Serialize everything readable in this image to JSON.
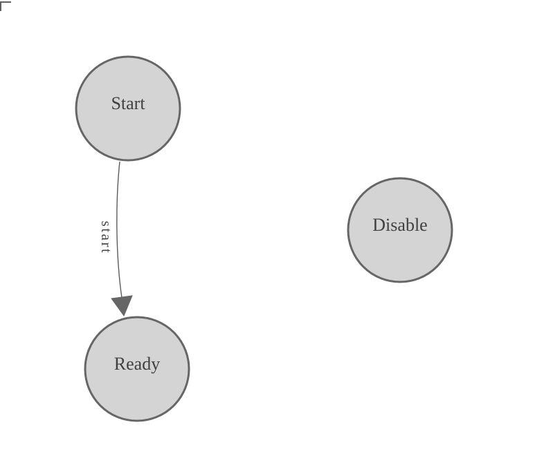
{
  "app": {
    "background_color": "#ffffff"
  },
  "selection_corner_mark": {
    "description": "small L-shaped corner bracket at top-left of canvas",
    "color": "#606060"
  },
  "diagram": {
    "type": "state-machine",
    "node_fill": "#d4d4d4",
    "node_stroke": "#666666",
    "node_label_color": "#404040",
    "edge_color": "#5c5c5c",
    "arrowhead_color": "#666666",
    "edge_label_color": "#464646",
    "nodes": [
      {
        "id": "start",
        "label": "Start"
      },
      {
        "id": "ready",
        "label": "Ready"
      },
      {
        "id": "disable",
        "label": "Disable"
      }
    ],
    "edges": [
      {
        "from": "start",
        "to": "ready",
        "label": "start"
      }
    ]
  }
}
